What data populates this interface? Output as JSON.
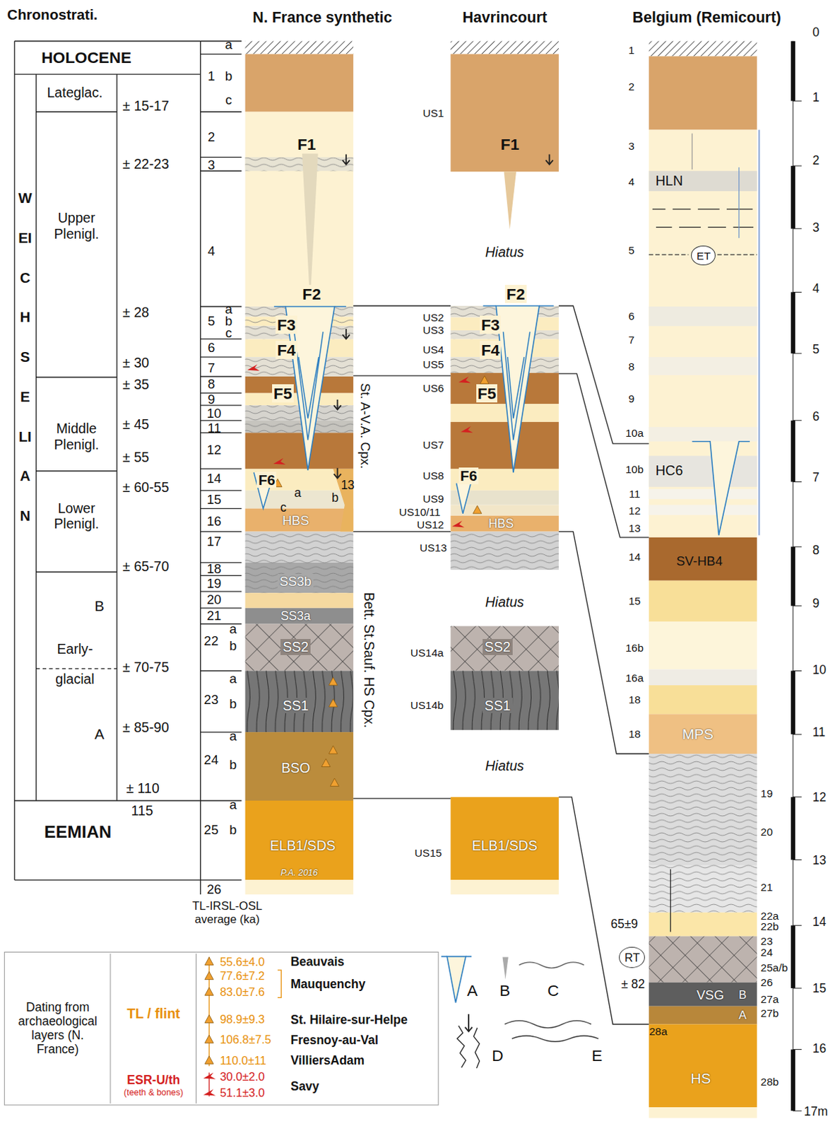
{
  "diagram": {
    "nodes": [
      {
        "text": [
          "HOLOCENE"
        ]
      },
      {
        "text": [
          "WEICHSELIAN"
        ]
      },
      {
        "text": [
          "Lateglac."
        ]
      },
      {
        "text": [
          "Upper Plenigl."
        ]
      },
      {
        "text": [
          "Middle Plenigl."
        ]
      },
      {
        "text": [
          "Lower Plenigl."
        ]
      },
      {
        "text": [
          "B",
          "Early- glacial",
          "A"
        ]
      },
      {
        "text": [
          "EEMIAN"
        ]
      },
      {
        "text": [
          "HBS"
        ]
      },
      {
        "text": [
          "SS3b"
        ]
      },
      {
        "text": [
          "SS3a"
        ]
      },
      {
        "text": [
          "SS2"
        ]
      },
      {
        "text": [
          "SS1"
        ]
      },
      {
        "text": [
          "BSO"
        ]
      },
      {
        "text": [
          "ELB1/SDS",
          "P.A. 2016"
        ]
      },
      {
        "text": [
          "HBS"
        ]
      },
      {
        "text": [
          "SS2"
        ]
      },
      {
        "text": [
          "SS1"
        ]
      },
      {
        "text": [
          "ELB1/SDS"
        ]
      },
      {
        "text": [
          "HLN"
        ]
      },
      {
        "text": [
          "ET"
        ]
      },
      {
        "text": [
          "HC6"
        ]
      },
      {
        "text": [
          "SV-HB4"
        ]
      },
      {
        "text": [
          "MPS"
        ]
      },
      {
        "text": [
          "RT"
        ]
      },
      {
        "text": [
          "VSG",
          "B"
        ]
      },
      {
        "text": [
          "A"
        ]
      },
      {
        "text": [
          "HS"
        ]
      }
    ],
    "labels": [
      "Chronostrati.",
      "N. France synthetic",
      "Havrincourt",
      "Belgium (Remicourt)",
      "± 15-17",
      "± 22-23",
      "± 28",
      "± 30",
      "± 35",
      "± 45",
      "± 55",
      "± 60-55",
      "± 65-70",
      "± 70-75",
      "± 85-90",
      "± 110",
      "115",
      "a",
      "1",
      "b",
      "c",
      "2",
      "3",
      "4",
      "5",
      "a",
      "b",
      "c",
      "6",
      "7",
      "8",
      "9",
      "10",
      "11",
      "12",
      "14",
      "15",
      "16",
      "17",
      "18",
      "19",
      "20",
      "21",
      "22",
      "a",
      "b",
      "23",
      "a",
      "b",
      "24",
      "a",
      "b",
      "25",
      "a",
      "b",
      "26",
      "TL-IRSL-OSL average (ka)",
      "F1",
      "F2",
      "F3",
      "F4",
      "F5",
      "F6",
      "a",
      "b",
      "c",
      "13",
      "St. A-V.A. Cpx.",
      "Bett. St.Sauf. HS Cpx.",
      "US1",
      "US2",
      "US3",
      "US4",
      "US5",
      "US6",
      "US7",
      "US8",
      "US9",
      "US10/11",
      "US12",
      "US13",
      "US14a",
      "US14b",
      "US15",
      "F1",
      "F2",
      "F3",
      "F4",
      "F5",
      "F6",
      "Hiatus",
      "Hiatus",
      "Hiatus",
      "1",
      "2",
      "3",
      "4",
      "5",
      "6",
      "7",
      "8",
      "9",
      "10a",
      "10b",
      "11",
      "12",
      "13",
      "14",
      "15",
      "16b",
      "16a",
      "18",
      "18",
      "19",
      "20",
      "21",
      "22a",
      "22b",
      "23",
      "24",
      "25a/b",
      "26",
      "27a",
      "27b",
      "28a",
      "28b",
      "65±9",
      "± 82",
      "0",
      "1",
      "2",
      "3",
      "4",
      "5",
      "6",
      "7",
      "8",
      "9",
      "10",
      "11",
      "12",
      "13",
      "14",
      "15",
      "16",
      "17m",
      "Dating from archaeological layers (N. France)",
      "TL / flint",
      "ESR-U/th",
      "(teeth & bones)",
      "55.6±4.0",
      "77.6±7.2",
      "83.0±7.6",
      "98.9±9.3",
      "106.8±7.5",
      "110.0±11",
      "30.0±2.0",
      "51.1±3.0",
      "Beauvais",
      "Mauquenchy",
      "St. Hilaire-sur-Helpe",
      "Fresnoy-au-Val",
      "VilliersAdam",
      "Savy"
    ],
    "legend": [
      {
        "text": "A"
      },
      {
        "text": "B"
      },
      {
        "text": "C"
      },
      {
        "text": "D"
      },
      {
        "text": "E"
      }
    ]
  }
}
